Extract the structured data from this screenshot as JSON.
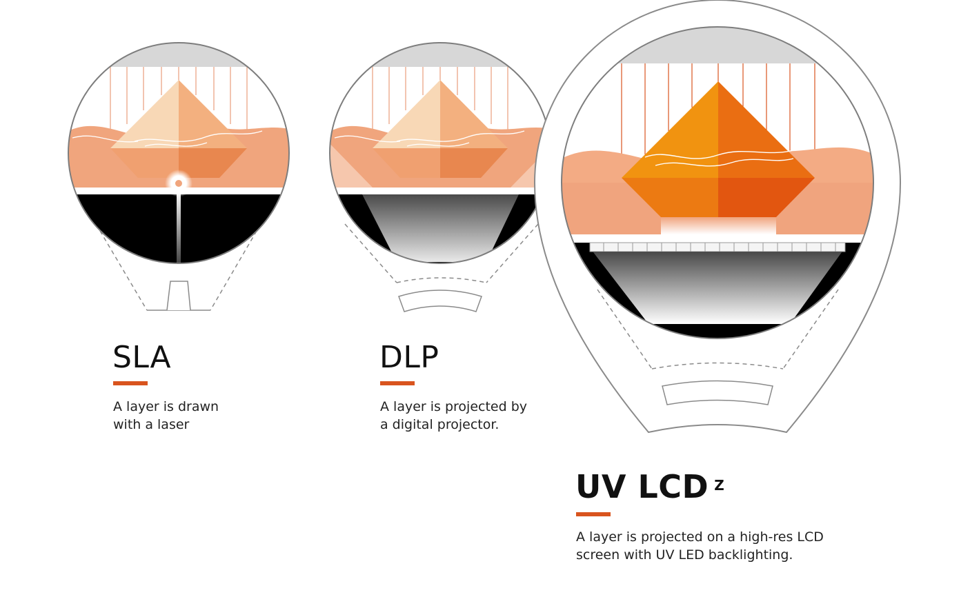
{
  "colors": {
    "accent": "#d9541e",
    "outline": "#8a8a8a",
    "resin": "#f0a57d",
    "resin_light": "#f6c7ad",
    "lcd_orange": "#f08a10",
    "lcd_dark_orange": "#e2560f",
    "beam": "#d9541e"
  },
  "technologies": [
    {
      "key": "sla",
      "title": "SLA",
      "desc_line1": "A layer is drawn",
      "desc_line2": "with a laser",
      "icon": "sla-laser-icon"
    },
    {
      "key": "dlp",
      "title": "DLP",
      "desc_line1": "A layer is projected by",
      "desc_line2": "a digital projector.",
      "icon": "dlp-projector-icon"
    },
    {
      "key": "lcd",
      "title": "UV LCD",
      "superscript": "Z",
      "desc_line1": "A layer is projected on a high-res LCD",
      "desc_line2": "screen with UV LED backlighting.",
      "icon": "uv-lcd-icon"
    }
  ]
}
